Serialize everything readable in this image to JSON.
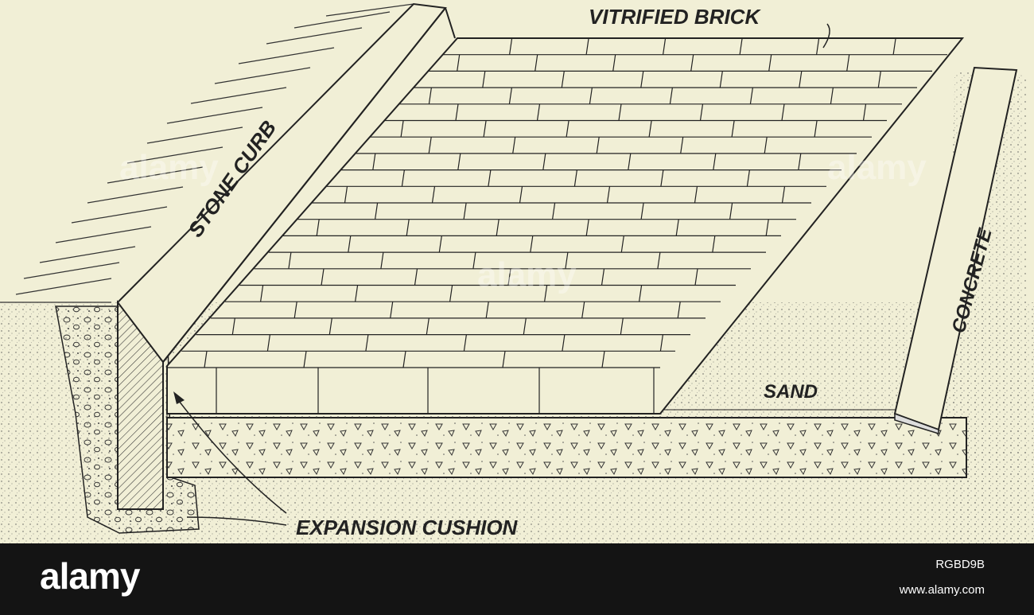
{
  "labels": {
    "vitrified_brick": "VITRIFIED BRICK",
    "stone_curb": "STONE CURB",
    "concrete": "CONCRETE",
    "sand": "SAND",
    "expansion_cushion": "EXPANSION CUSHION"
  },
  "watermark": "alamy",
  "footer": {
    "brand": "alamy",
    "image_id": "RGBD9B",
    "site": "www.alamy.com"
  },
  "colors": {
    "paper": "#f1efd6",
    "ink": "#222222",
    "footer_bg": "#141414"
  }
}
